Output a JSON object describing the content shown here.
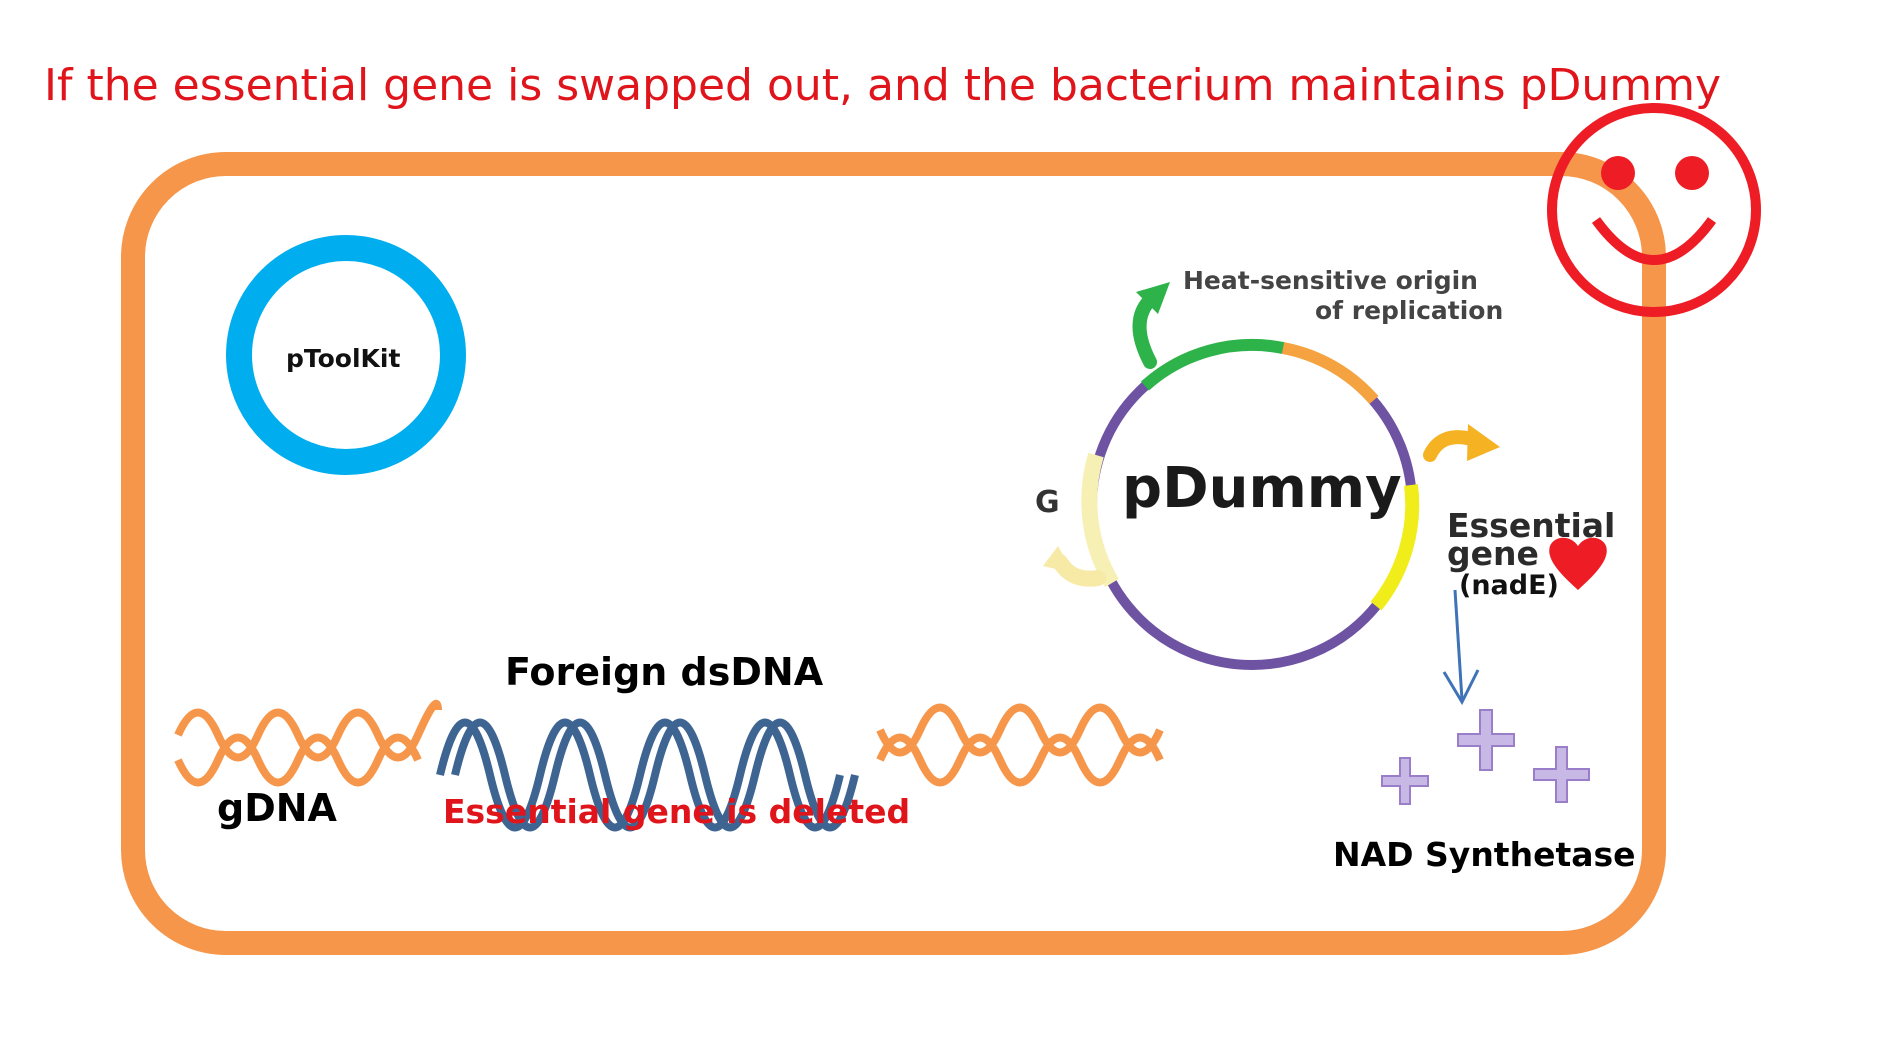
{
  "title": "If the essential gene is swapped out, and the bacterium maintains pDummy",
  "plasmid_toolkit": {
    "label": "pToolKit",
    "color": "#00aeef"
  },
  "plasmid_dummy": {
    "name": "pDummy",
    "origin_label_line1": "Heat-sensitive origin",
    "origin_label_line2": "of replication",
    "g_label": "G",
    "gene_label_line1": "Essential",
    "gene_label_line2": "gene",
    "gene_label_line3": "(nadE)"
  },
  "genome": {
    "gdna_label": "gDNA",
    "foreign_label": "Foreign dsDNA",
    "deleted_label": "Essential gene is deleted",
    "gdna_color": "#f5964a",
    "foreign_color": "#3e6592"
  },
  "protein": {
    "label": "NAD Synthetase",
    "color": "#9b7ec9"
  },
  "colors": {
    "title": "#e0141b",
    "cell_membrane": "#f5964a",
    "smiley": "#ee1c24",
    "heart": "#ee1c24"
  }
}
